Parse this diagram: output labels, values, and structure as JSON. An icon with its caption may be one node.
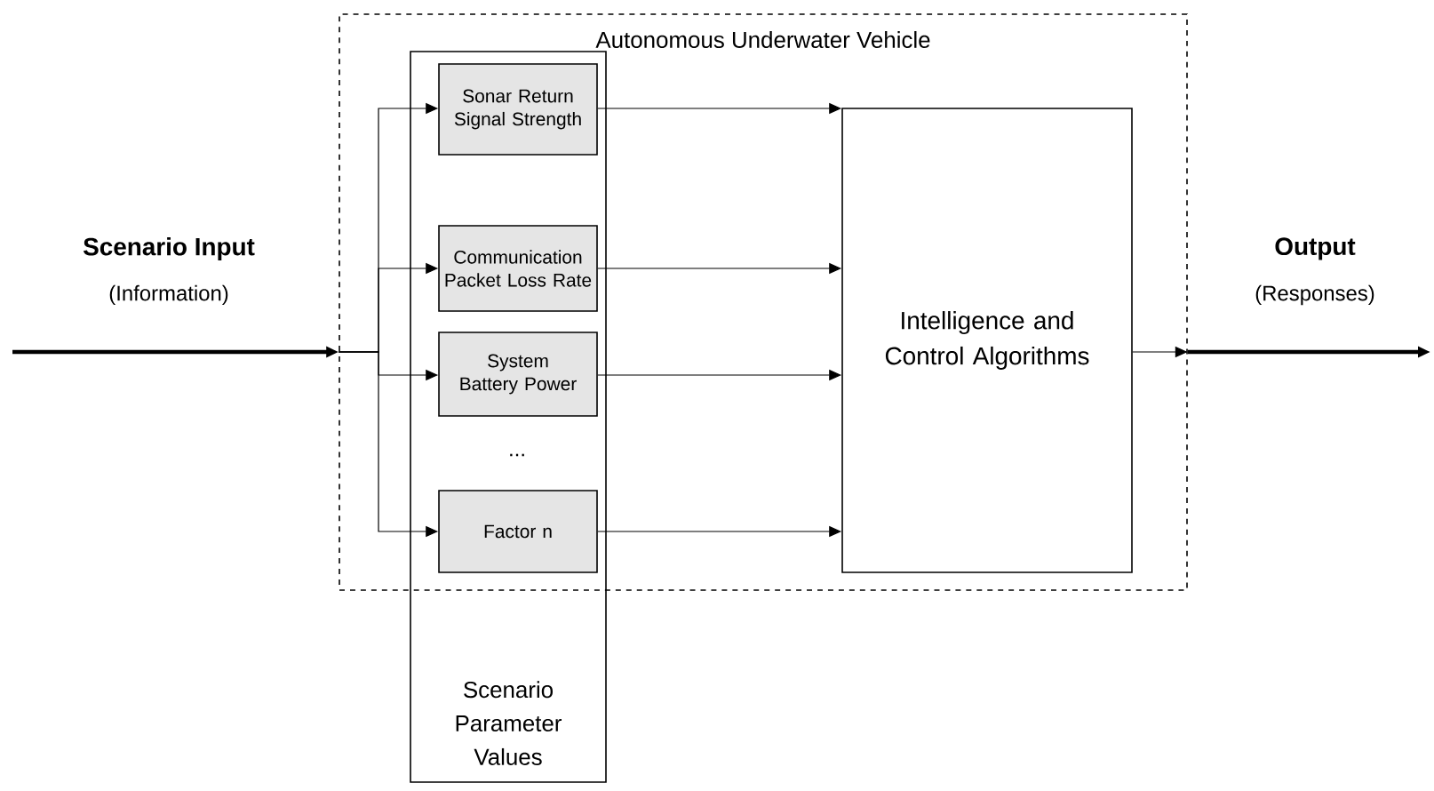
{
  "diagram": {
    "nodes": [
      {
        "text": [
          "Autonomous Underwater Vehicle"
        ]
      },
      {
        "text": [
          "Scenario Parameter Values"
        ]
      },
      {
        "text": [
          "Sonar Return Signal Strength"
        ]
      },
      {
        "text": [
          "Communication Packet Loss Rate"
        ]
      },
      {
        "text": [
          "System Battery Power"
        ]
      },
      {
        "text": [
          "Factor n"
        ]
      },
      {
        "text": [
          "Intelligence and Control Algorithms"
        ],
        "in": 0
      }
    ],
    "edges": [
      {
        "from": null,
        "to": 0,
        "arrow": "to",
        "style": "thick"
      },
      {
        "from": 0,
        "to": 2,
        "arrow": "to"
      },
      {
        "from": 0,
        "to": 3,
        "arrow": "to"
      },
      {
        "from": 0,
        "to": 4,
        "arrow": "to"
      },
      {
        "from": 0,
        "to": 5,
        "arrow": "to"
      },
      {
        "from": 2,
        "to": 6,
        "arrow": "to"
      },
      {
        "from": 3,
        "to": 6,
        "arrow": "to"
      },
      {
        "from": 4,
        "to": 6,
        "arrow": "to"
      },
      {
        "from": 5,
        "to": 6,
        "arrow": "to"
      },
      {
        "from": 6,
        "to": 0,
        "arrow": "to"
      },
      {
        "from": 0,
        "to": null,
        "arrow": "to",
        "style": "thick"
      }
    ],
    "labels": [
      "Scenario Input",
      "(Information)",
      "...",
      "Output",
      "(Responses)"
    ]
  }
}
